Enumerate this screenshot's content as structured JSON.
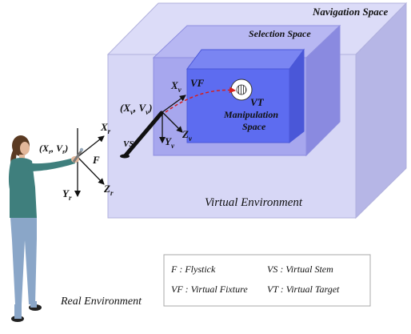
{
  "spaces": {
    "navigation": "Navigation Space",
    "selection": "Selection Space",
    "manipulation_line1": "Manipulation",
    "manipulation_line2": "Space",
    "virtual_environment": "Virtual Environment",
    "real_environment": "Real Environment"
  },
  "labels": {
    "vf": "VF",
    "vt": "VT",
    "vs": "VS",
    "f": "F",
    "xv": "X",
    "yv": "Y",
    "zv": "Z",
    "v_sub": "v",
    "xr": "X",
    "yr": "Y",
    "zr": "Z",
    "r_sub": "r",
    "virtual_origin_open": "(X",
    "virtual_origin_mid": ", V",
    "virtual_origin_close": ")",
    "real_origin_open": "(X",
    "real_origin_mid": ", V",
    "real_origin_close": ")"
  },
  "legend": {
    "f": "F : Flystick",
    "vs": "VS : Virtual Stem",
    "vf": "VF : Virtual Fixture",
    "vt": "VT : Virtual Target"
  },
  "colors": {
    "navigation_front": "#c9c9f3",
    "navigation_side": "#b6b6e6",
    "navigation_top": "#dcdcf8",
    "selection_front": "#9f9fec",
    "selection_side": "#8a8ae0",
    "selection_top": "#b7b7f2",
    "manipulation_front": "#5d6cf0",
    "manipulation_side": "#4a57d8",
    "manipulation_top": "#7a85f2",
    "stem": "#111111",
    "path": "#d42020",
    "person_shirt": "#3f7f7d",
    "person_jeans": "#8aa6c8",
    "person_hair": "#5a3a22"
  }
}
